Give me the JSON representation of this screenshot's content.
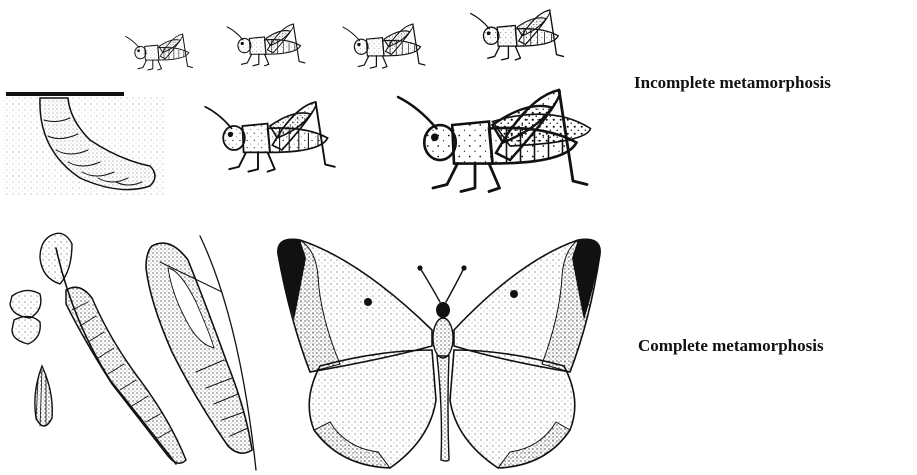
{
  "labels": {
    "incomplete": "Incomplete metamorphosis",
    "complete": "Complete metamorphosis"
  },
  "illustrations": {
    "grasshopper_stages": [
      "egg-pod",
      "nymph-1",
      "nymph-2",
      "nymph-3",
      "nymph-4",
      "nymph-5",
      "adult-grasshopper"
    ],
    "butterfly_stages": [
      "egg",
      "caterpillar",
      "chrysalis",
      "adult-butterfly"
    ]
  },
  "colors": {
    "ink": "#111111",
    "background": "#ffffff"
  }
}
